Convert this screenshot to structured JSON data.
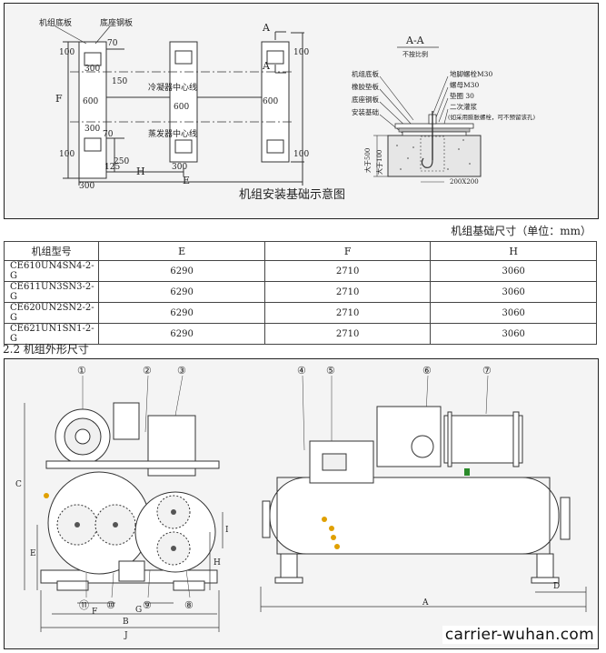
{
  "foundation_drawing": {
    "caption": "机组安装基础示意图",
    "labels": {
      "base_plate": "机组底板",
      "base_steel": "底座钢板",
      "condenser_centerline": "冷凝器中心线",
      "evaporator_centerline": "蒸发器中心线",
      "dim_70_a": "70",
      "dim_300_a": "300",
      "dim_150": "150",
      "dim_600_a": "600",
      "dim_600_b": "600",
      "dim_600_c": "600",
      "dim_300_b": "300",
      "dim_70_b": "70",
      "dim_125": "125",
      "dim_250": "250",
      "dim_300_c": "300",
      "dim_300_d": "300",
      "dim_100_a": "100",
      "dim_100_b": "100",
      "dim_100_c": "100",
      "dim_100_d": "100",
      "letter_f": "F",
      "letter_h": "H",
      "letter_e": "E",
      "letter_a_top": "A",
      "letter_a_bottom": "A"
    },
    "section": {
      "title": "A-A",
      "subtitle": "不按比例",
      "labels": [
        "机组底板",
        "橡胶垫板",
        "底座钢板",
        "安装基础"
      ],
      "right_labels": [
        "地脚螺栓M30",
        "螺母M30",
        "垫圈  30",
        "二次灌浆",
        "(如采用膨胀螺栓，可不预留该孔)"
      ],
      "dim_500": "大于500",
      "dim_100": "大于100",
      "dim_200": "200X200"
    }
  },
  "table": {
    "caption": "机组基础尺寸（单位：mm）",
    "headers": [
      "机组型号",
      "E",
      "F",
      "H"
    ],
    "rows": [
      [
        "CE610UN4SN4-2-G",
        "6290",
        "2710",
        "3060"
      ],
      [
        "CE611UN3SN3-2-G",
        "6290",
        "2710",
        "3060"
      ],
      [
        "CE620UN2SN2-2-G",
        "6290",
        "2710",
        "3060"
      ],
      [
        "CE621UN1SN1-2-G",
        "6290",
        "2710",
        "3060"
      ]
    ]
  },
  "section_title": "2.2 机组外形尺寸",
  "outline": {
    "callouts": [
      "①",
      "②",
      "③",
      "④",
      "⑤",
      "⑥",
      "⑦",
      "⑧",
      "⑨",
      "⑩",
      "⑪"
    ],
    "dims": {
      "c": "C",
      "e": "E",
      "h": "H",
      "i": "I",
      "f": "F",
      "g": "G",
      "b": "B",
      "j": "J",
      "a": "A",
      "d": "D"
    }
  },
  "watermark": "carrier-wuhan.com"
}
